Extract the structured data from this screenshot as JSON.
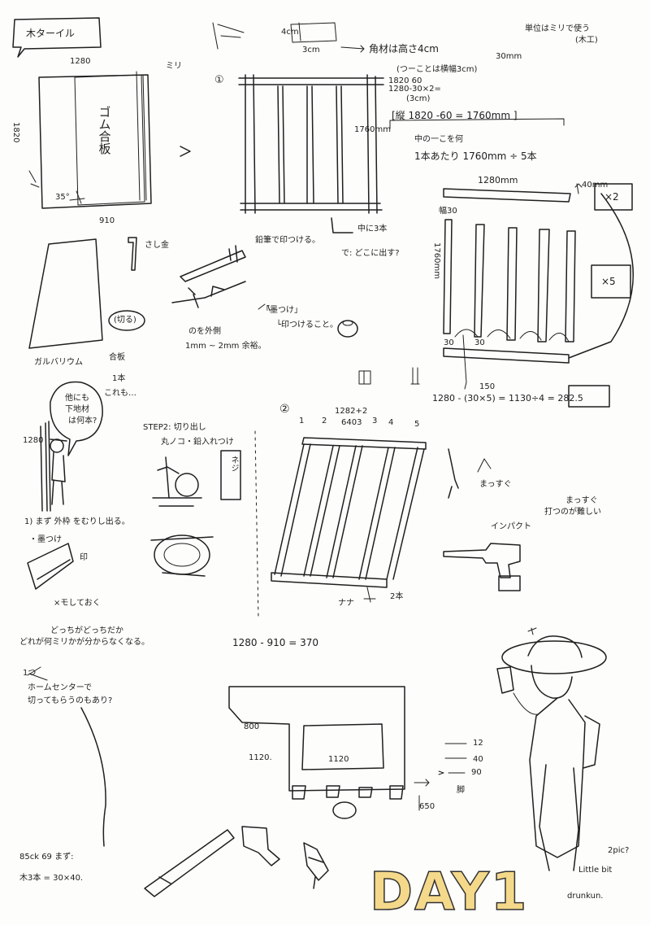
{
  "title": "木ターイル",
  "unit_note": [
    "単位はミリで使う",
    "(木工)"
  ],
  "board": {
    "width": "1280",
    "height": "1820",
    "bottom": "910",
    "corner": "35°",
    "label": "ゴム合板",
    "mark": "ミリ"
  },
  "step1": {
    "marker": "①",
    "frame_height": "1760mm",
    "wood_size": [
      "4cm",
      "3cm"
    ],
    "lumber_note": [
      "角材は高さ4cm",
      "(つーことは横幅3cm)",
      "30mm"
    ],
    "calc": [
      "1820 60",
      "1280-30×2=",
      "(3cm)"
    ],
    "vertical_calc": "[縦 1820 -60 = 1760mm ]",
    "per_note": [
      "中の一こを何",
      "1本あたり 1760mm ÷ 5本"
    ],
    "middle": "中に3本",
    "question": "で: どこに出す?"
  },
  "parts": {
    "top_length": "1280mm",
    "right_label": "40mm",
    "width_label": "幅30",
    "vertical_length": "1760mm",
    "x2": "×2",
    "x5": "×5",
    "gap_labels": [
      "30",
      "30"
    ],
    "gap_value": "150",
    "calc": "1280 - (30×5) = 1130÷4 = 282.5"
  },
  "tools": {
    "square": "さし金",
    "pencil_note": "鉛筆で印つける。",
    "ink": [
      "「墨つけ」",
      "└印つけること。"
    ],
    "knife": [
      "のを外側",
      "1mm ~ 2mm 余裕。"
    ]
  },
  "left_mid": {
    "cut": "(切る)",
    "note": [
      "ガルバリウム",
      "合板",
      "1本"
    ],
    "bubble": [
      "他にも",
      "下地材",
      "は何本?"
    ],
    "bubble_sub": "これも…",
    "height": "1280",
    "step_cut": "1) まず 外枠 をむりし出る。",
    "ink": "・墨つけ",
    "stamp": "印",
    "memo": "×モしておく",
    "warning": [
      "どっちがどっちだか",
      "どれが何ミリかが分からなくなる。"
    ]
  },
  "step2": {
    "label": "STEP2: 切り出し",
    "sub": "丸ノコ・鉛入れつけ",
    "marker": "②",
    "numbers": [
      "1",
      "2",
      "1282+2",
      "3",
      "4",
      "5"
    ],
    "sub_numbers": "6403",
    "fit_labels": [
      "ナナ",
      "2本"
    ]
  },
  "right_mid": {
    "hand": "ネジ",
    "note_a": "まっすぐ",
    "note_b": [
      "まっすぐ",
      "打つのが難しい"
    ],
    "impact": "インパクト"
  },
  "diff": "1280 - 910 = 370",
  "bottom": {
    "q_label": "1つ",
    "question": [
      "ホームセンターで",
      "切ってもらうのもあり?"
    ],
    "table_w": "800",
    "table_h": "1120.",
    "inner": "1120",
    "legs": "650",
    "leg_sizes": [
      "12",
      "40",
      "90"
    ],
    "leg_label": "脚",
    "notes_label": "85ck 69 まず:",
    "calc": "木3本 = 30×40.",
    "two_pic": "2pic?",
    "little": "Little bit",
    "drunk": "drunkun."
  },
  "day_banner": "DAY1"
}
